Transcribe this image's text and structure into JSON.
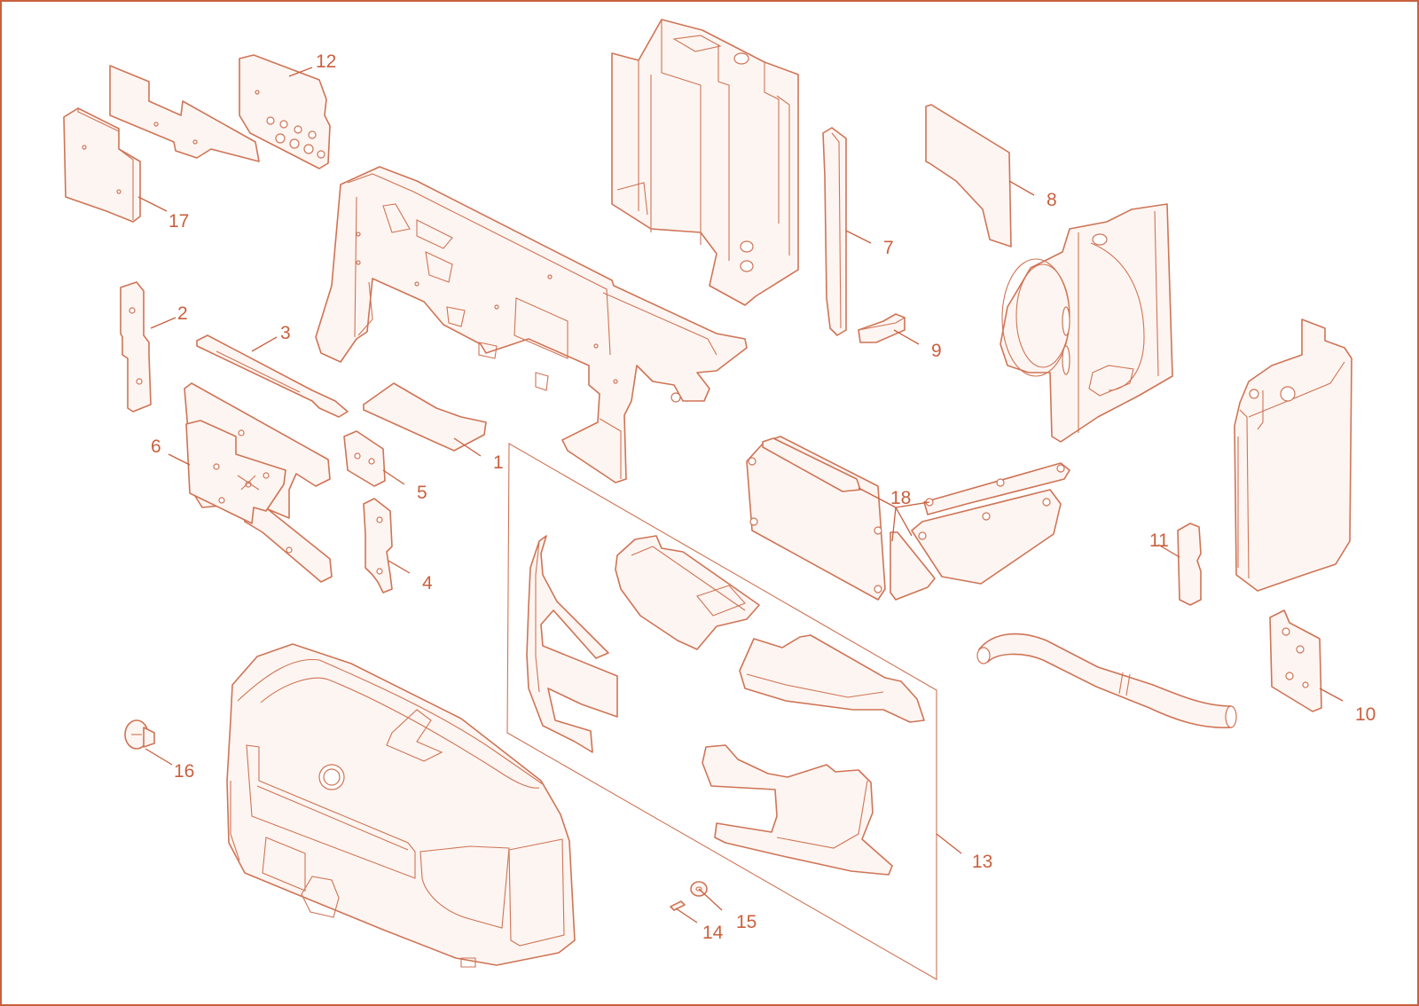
{
  "colors": {
    "line": "#cf7456",
    "label": "#c9603e",
    "fill": "#fdf5f1",
    "background": "#ffffff"
  },
  "callouts": {
    "c1": "1",
    "c2": "2",
    "c3": "3",
    "c4": "4",
    "c5": "5",
    "c6": "6",
    "c7": "7",
    "c8": "8",
    "c9": "9",
    "c10": "10",
    "c11": "11",
    "c12": "12",
    "c13": "13",
    "c14": "14",
    "c15": "15",
    "c16": "16",
    "c17": "17",
    "c18": "18"
  }
}
